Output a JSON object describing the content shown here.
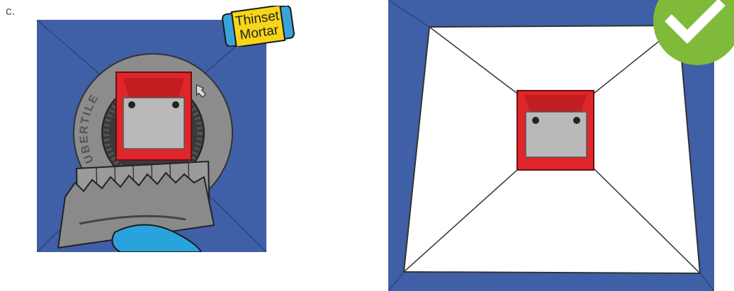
{
  "step_label": "c.",
  "material_tag": {
    "line1": "Thinset",
    "line2": "Mortar"
  },
  "icons": {
    "approval": "checkmark-icon",
    "tool": "notched-trowel-icon",
    "glove": "glove-icon"
  },
  "colors": {
    "background_blue": "#3f5fa6",
    "mortar_white": "#ffffff",
    "box_red": "#e0262b",
    "ring_gray": "#8c8c8c",
    "trowel_gray": "#8a8a8a",
    "glove_blue": "#2aa3dc",
    "tag_yellow": "#f7d51a",
    "tag_blue": "#3aa3dc",
    "check_green": "#7fba3a"
  },
  "ring_text": "UBERTILE"
}
